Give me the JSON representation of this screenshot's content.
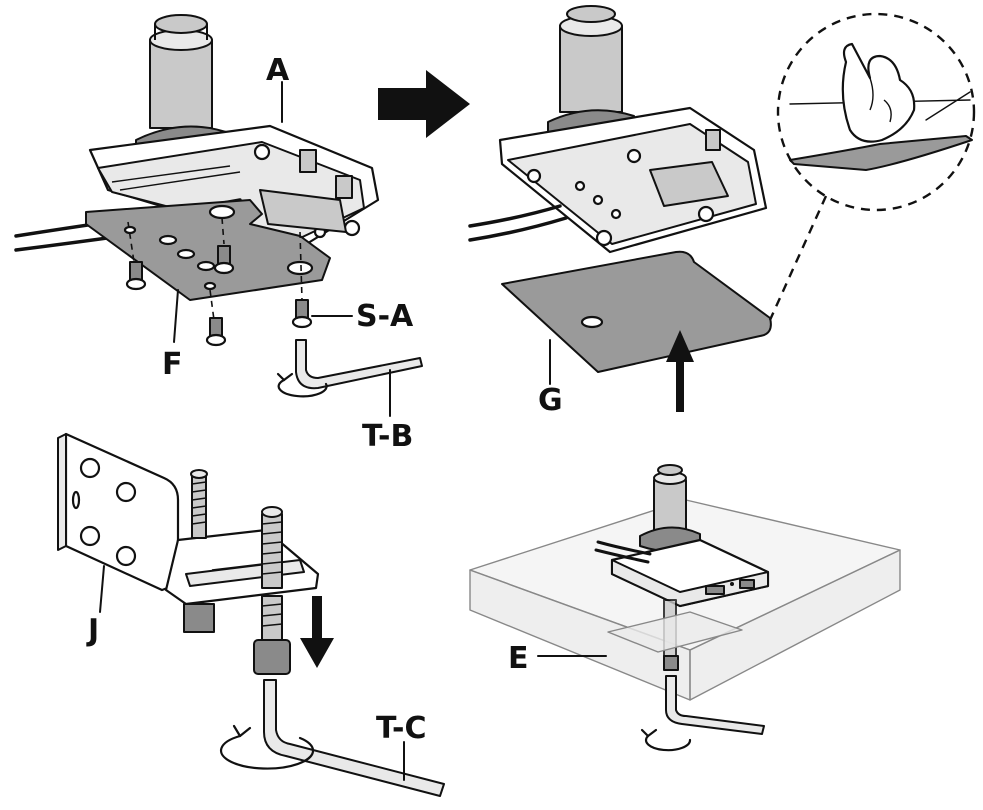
{
  "labels": {
    "a": "A",
    "s_a": "S-A",
    "f": "F",
    "t_b": "T-B",
    "g": "G",
    "j": "J",
    "e": "E",
    "t_c": "T-C"
  },
  "colors": {
    "ink": "#111111",
    "plate": "#9a9a9a",
    "light_part": "#e9e9e9",
    "glass": "#e1e1e1"
  },
  "icons": [
    "arrow-right-icon",
    "arrow-up-icon",
    "arrow-down-icon",
    "rotate-clockwise-icon",
    "hex-key-icon"
  ]
}
